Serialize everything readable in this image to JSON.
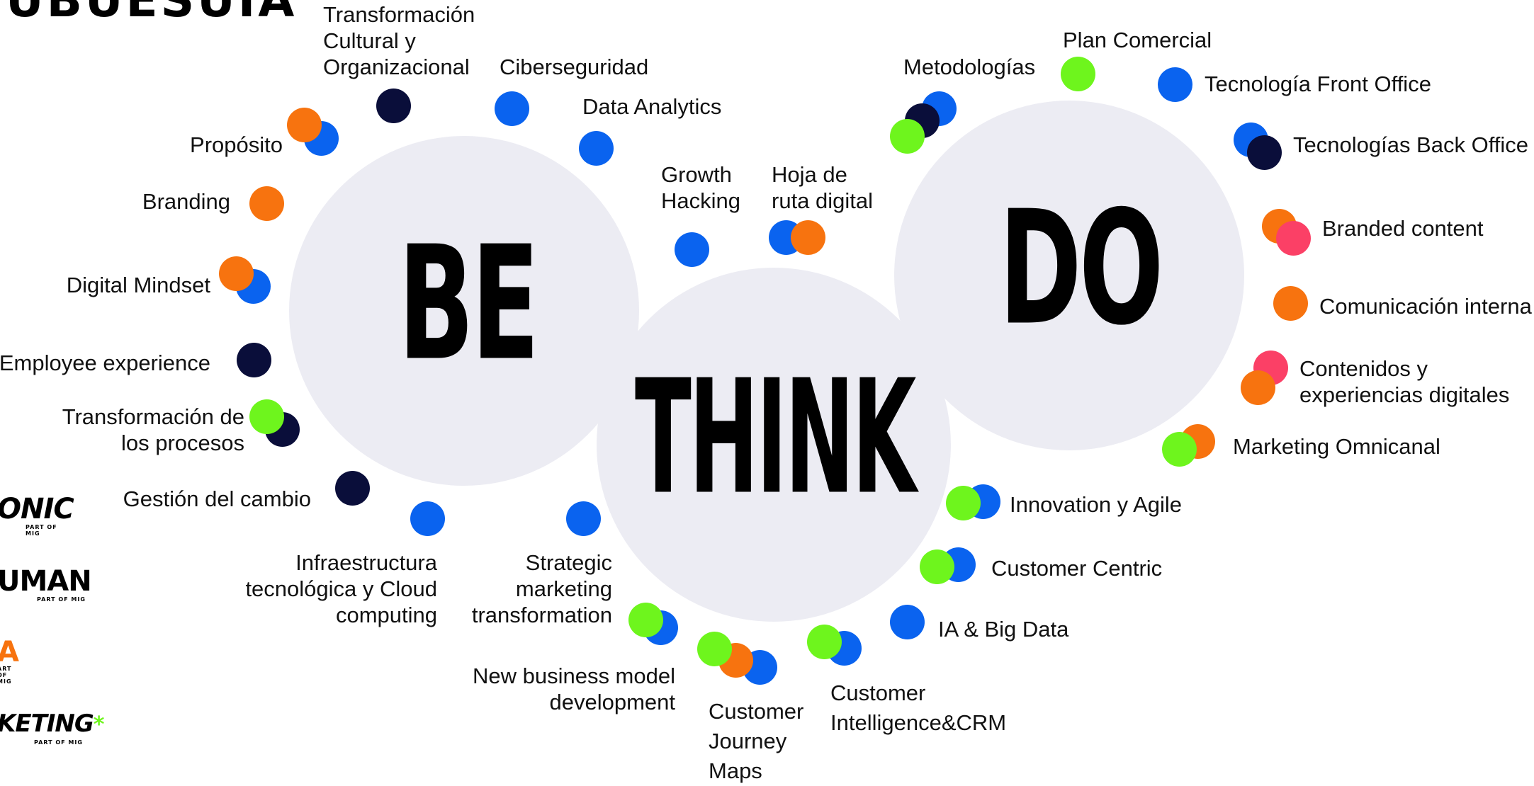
{
  "title_fragment": "UBUESUIA",
  "big_words": {
    "be": "BE",
    "think": "THINK",
    "do": "DO"
  },
  "labels": {
    "transformacion_cultural": [
      "Transformación",
      "Cultural y",
      "Organizacional"
    ],
    "ciberseguridad": [
      "Ciberseguridad"
    ],
    "data_analytics": [
      "Data Analytics"
    ],
    "proposito": [
      "Propósito"
    ],
    "branding": [
      "Branding"
    ],
    "digital_mindset": [
      "Digital Mindset"
    ],
    "employee_experience": [
      "Employee experience"
    ],
    "transformacion_procesos": [
      "Transformación de",
      "los procesos"
    ],
    "gestion_cambio": [
      "Gestión del cambio"
    ],
    "infraestructura": [
      "Infraestructura",
      "tecnológica y Cloud",
      "computing"
    ],
    "strategic_marketing": [
      "Strategic",
      "marketing",
      "transformation"
    ],
    "new_business_model": [
      "New business model",
      "development"
    ],
    "customer_journey": [
      "Customer",
      "Journey",
      "Maps"
    ],
    "customer_intelligence": [
      "Customer",
      "Intelligence&CRM"
    ],
    "growth_hacking": [
      "Growth",
      "Hacking"
    ],
    "hoja_ruta": [
      "Hoja de",
      "ruta digital"
    ],
    "metodologias": [
      "Metodologías"
    ],
    "plan_comercial": [
      "Plan Comercial"
    ],
    "tecnologia_front": [
      "Tecnología Front Office"
    ],
    "tecnologias_back": [
      "Tecnologías Back Office"
    ],
    "branded_content": [
      "Branded content"
    ],
    "comunicacion_interna": [
      "Comunicación interna"
    ],
    "contenidos_experiencias": [
      "Contenidos y",
      "experiencias digitales"
    ],
    "marketing_omnicanal": [
      "Marketing Omnicanal"
    ],
    "innovation_agile": [
      "Innovation y Agile"
    ],
    "customer_centric": [
      "Customer Centric"
    ],
    "ia_big_data": [
      "IA & Big Data"
    ]
  },
  "logos": {
    "logo1_main": "ONIC",
    "logo1_sub": "PART OF MIG",
    "logo2_main": "UMAN",
    "logo2_sub": "PART OF MIG",
    "logo3_main": "A",
    "logo3_sub": "ART OF MIG",
    "logo4_main": "KETING",
    "logo4_star": "*",
    "logo4_sub": "PART OF MIG"
  },
  "colors": {
    "blue": "#0a63ef",
    "navy": "#0a0e3a",
    "orange": "#f7730f",
    "green": "#6ef51d",
    "pink": "#fb4066",
    "circle_fill": "#ececf3"
  }
}
